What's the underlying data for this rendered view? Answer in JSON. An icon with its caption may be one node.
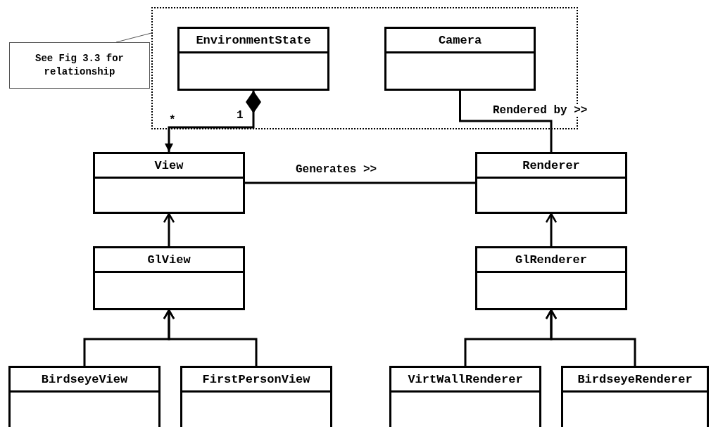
{
  "diagram": {
    "nodes": [
      {
        "text": [
          "See Fig 3.3 for relationship"
        ]
      },
      {
        "text": [],
        "shape": "box"
      },
      {
        "text": [
          "EnvironmentState"
        ],
        "in": 1
      },
      {
        "text": [
          "Camera"
        ],
        "in": 1
      },
      {
        "text": [
          "View"
        ]
      },
      {
        "text": [
          "Renderer"
        ]
      },
      {
        "text": [
          "GlView"
        ]
      },
      {
        "text": [
          "GlRenderer"
        ]
      },
      {
        "text": [
          "BirdseyeView"
        ]
      },
      {
        "text": [
          "FirstPersonView"
        ]
      },
      {
        "text": [
          "VirtWallRenderer"
        ]
      },
      {
        "text": [
          "BirdseyeRenderer"
        ]
      }
    ],
    "edges": [
      {
        "from": 0,
        "to": 1,
        "arrow": "none"
      },
      {
        "from": 2,
        "to": 4,
        "arrow": "to"
      },
      {
        "from": 3,
        "to": 5,
        "arrow": "none",
        "label": "Rendered by >>"
      },
      {
        "from": 4,
        "to": 5,
        "arrow": "none",
        "label": "Generates >>"
      },
      {
        "from": 6,
        "to": 4,
        "arrow": "to"
      },
      {
        "from": 7,
        "to": 5,
        "arrow": "to"
      },
      {
        "from": 8,
        "to": 6,
        "arrow": "to"
      },
      {
        "from": 9,
        "to": 6,
        "arrow": "to"
      },
      {
        "from": 10,
        "to": 7,
        "arrow": "to"
      },
      {
        "from": 11,
        "to": 7,
        "arrow": "to"
      }
    ],
    "labels": [
      "*",
      "1"
    ]
  }
}
